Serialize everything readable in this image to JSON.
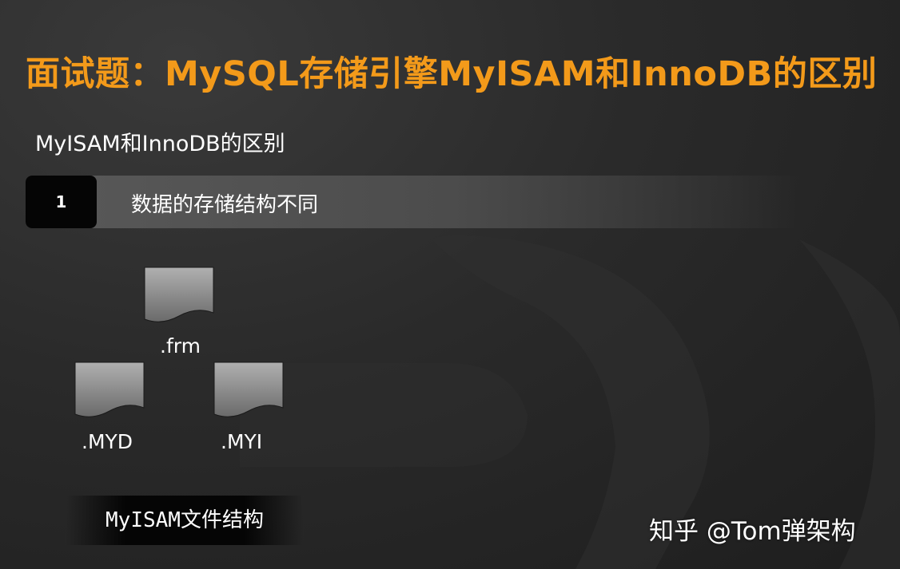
{
  "title": "面试题：MySQL存储引擎MyISAM和InnoDB的区别",
  "subtitle": "MyISAM和InnoDB的区别",
  "point": {
    "number": "1",
    "text": "数据的存储结构不同"
  },
  "files": {
    "frm": ".frm",
    "myd": ".MYD",
    "myi": ".MYI"
  },
  "caption": "MyISAM文件结构",
  "watermark": "知乎 @Tom弹架构",
  "colors": {
    "title": "#f39a1a",
    "background": "#2a2a2a",
    "number_box": "#050505",
    "file_fill_top": "#b0b0b0",
    "file_fill_bottom": "#6a6a6a"
  },
  "icons": {
    "file": "file-document-icon"
  }
}
